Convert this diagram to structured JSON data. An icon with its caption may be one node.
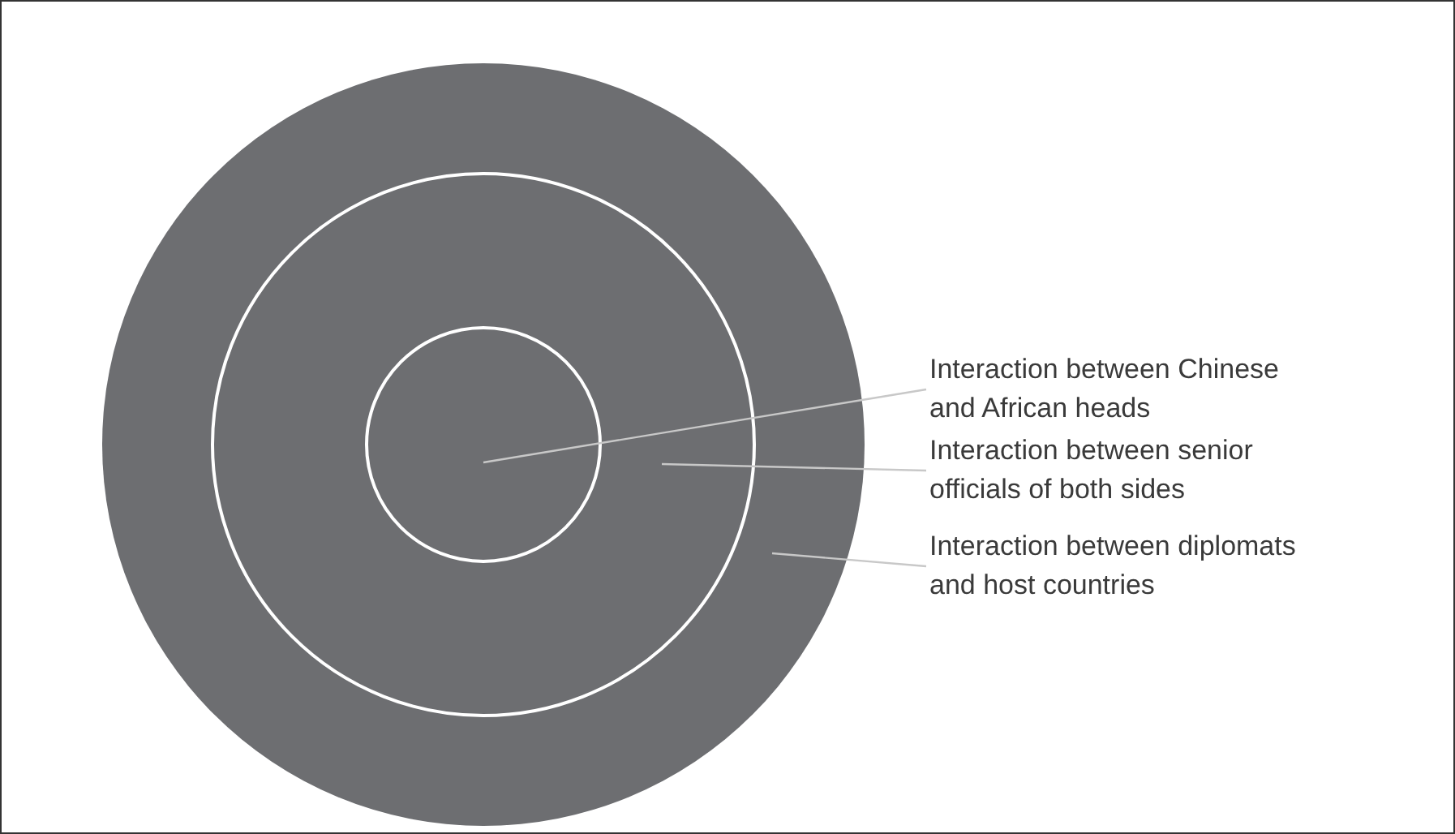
{
  "diagram": {
    "nodes": [
      {
        "text": [
          "Interaction between Chinese and African heads"
        ]
      },
      {
        "text": [
          "Interaction between senior officials of both sides"
        ]
      },
      {
        "text": [
          "Interaction between diplomats and host countries"
        ]
      },
      {
        "text": [],
        "shape": "circle"
      },
      {
        "text": [],
        "shape": "circle",
        "in": 3
      },
      {
        "text": [],
        "shape": "circle",
        "in": 4
      }
    ],
    "edges": [
      {
        "from": 0,
        "to": 5,
        "arrow": "none"
      },
      {
        "from": 1,
        "to": 4,
        "arrow": "none"
      },
      {
        "from": 2,
        "to": 3,
        "arrow": "none"
      }
    ]
  }
}
